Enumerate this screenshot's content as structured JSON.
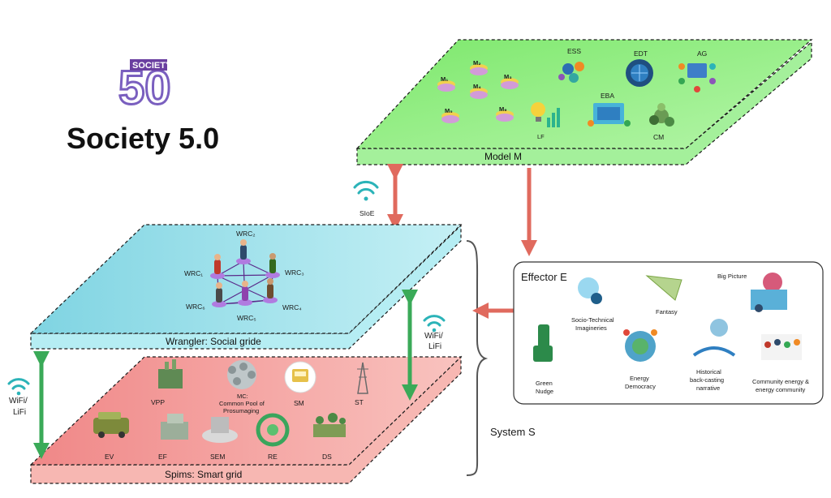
{
  "brand": {
    "logo_word": "SOCIETY",
    "logo_digits": "50",
    "title": "Society 5.0"
  },
  "model_plane": {
    "label": "Model M",
    "items": [
      "M₁",
      "M₂",
      "M₃",
      "M₄",
      "M₅",
      "M₆",
      "ESS",
      "EDT",
      "AG",
      "LF",
      "EBA",
      "CM"
    ]
  },
  "wrangler_plane": {
    "label": "Wrangler: Social gride",
    "nodes": [
      "WRC₁",
      "WRC₂",
      "WRC₃",
      "WRC₄",
      "WRC₅",
      "WRC₆"
    ]
  },
  "spims_plane": {
    "label": "Spims: Smart grid",
    "items": [
      "VPP",
      "SM",
      "ST",
      "EV",
      "EF",
      "SEM",
      "RE",
      "DS"
    ],
    "mc_label": [
      "MC:",
      "Common Pool of",
      "Prosumaging"
    ]
  },
  "effector": {
    "title": "Effector E",
    "items": {
      "sti": [
        "Socio-Technical",
        "Imagineries"
      ],
      "fantasy": "Fantasy",
      "big_picture": "Big Picture",
      "green_nudge": [
        "Green",
        "Nudge"
      ],
      "energy_democracy": [
        "Energy",
        "Democracy"
      ],
      "historical": [
        "Historical",
        "back-casting",
        "narrative"
      ],
      "community": [
        "Community energy &",
        "energy community"
      ]
    }
  },
  "connectors": {
    "sioe": "SIoE",
    "wifi_right": [
      "WiFi/",
      "LiFi"
    ],
    "wifi_left": [
      "WiFi/",
      "LiFi"
    ],
    "system": "System S"
  },
  "colors": {
    "green_top": "#88e87a",
    "green_side": "#9ff09a",
    "cyan_top": "#8fdbe6",
    "cyan_side": "#b3ecf2",
    "red_top": "#f39999",
    "red_side": "#f7b5b0",
    "arrow_red": "#e06a5e",
    "arrow_green": "#3aaa58",
    "wifi": "#2bb3b8"
  }
}
